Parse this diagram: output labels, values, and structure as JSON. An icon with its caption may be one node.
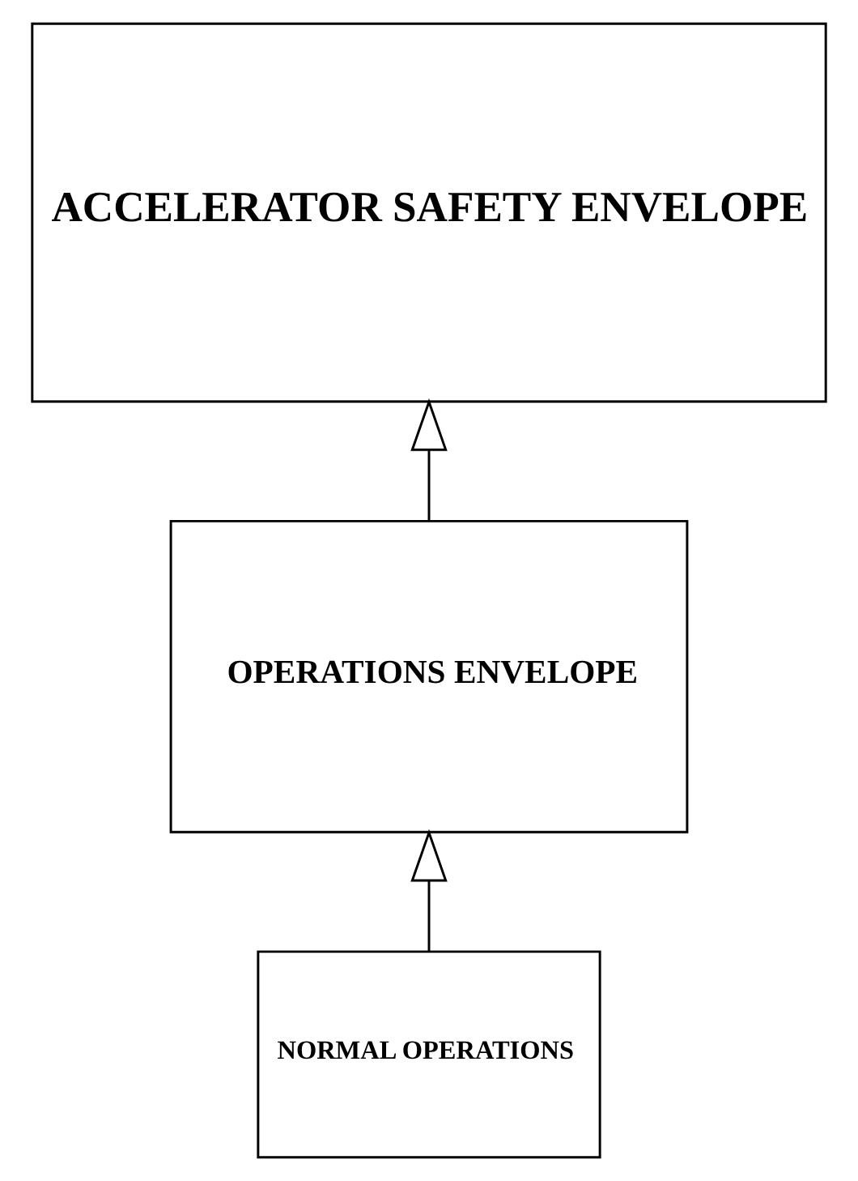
{
  "diagram": {
    "nodes": [
      {
        "text": [
          "ACCELERATOR SAFETY ENVELOPE"
        ]
      },
      {
        "text": [
          "OPERATIONS ENVELOPE"
        ]
      },
      {
        "text": [
          "NORMAL OPERATIONS"
        ]
      }
    ],
    "edges": [
      {
        "from": 2,
        "to": 1,
        "arrow": "to"
      },
      {
        "from": 1,
        "to": 0,
        "arrow": "to"
      }
    ]
  }
}
